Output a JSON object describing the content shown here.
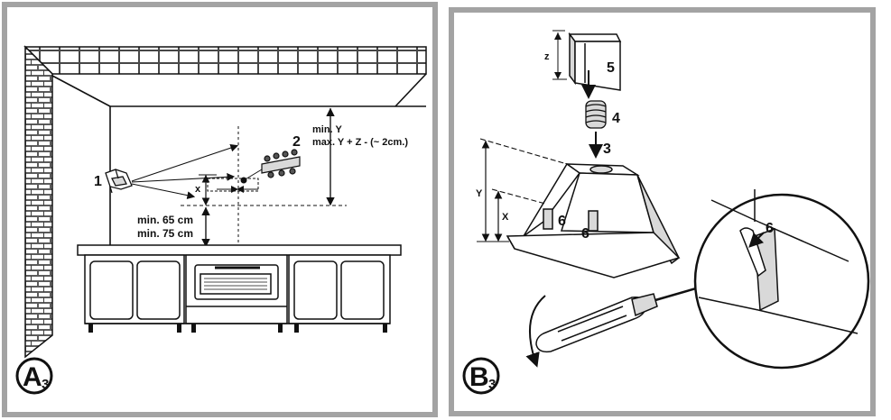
{
  "panel_a": {
    "badge_letter": "A",
    "badge_sub": "3",
    "label_1": "1",
    "label_2": "2",
    "label_x": "x",
    "min_y": "min. Y",
    "max_y": "max. Y + Z - (~ 2cm.)",
    "min_65": "min. 65 cm",
    "min_75": "min. 75 cm"
  },
  "panel_b": {
    "badge_letter": "B",
    "badge_sub": "3",
    "label_z": "z",
    "label_5": "5",
    "label_4": "4",
    "label_3": "3",
    "label_y": "Y",
    "label_x": "X",
    "label_6a": "6",
    "label_6b": "6",
    "label_6c": "6"
  },
  "colors": {
    "frame": "#a3a3a3",
    "ink": "#111111",
    "paper": "#ffffff",
    "shade": "#d9d9d9"
  }
}
